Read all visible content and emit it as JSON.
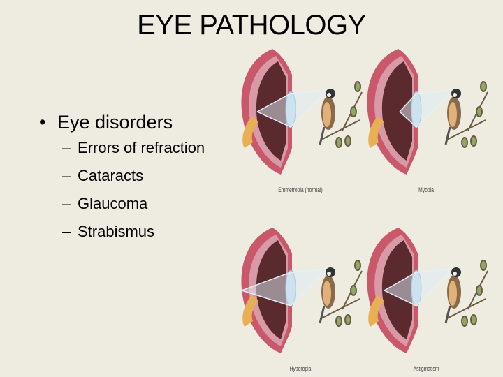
{
  "title": "EYE PATHOLOGY",
  "bullets": {
    "main": "Eye disorders",
    "sub": [
      "Errors of refraction",
      "Cataracts",
      "Glaucoma",
      "Strabismus"
    ]
  },
  "figure": {
    "panels": [
      {
        "caption": "Emmetropia (normal)",
        "kind": "normal"
      },
      {
        "caption": "Myopia",
        "kind": "myopia"
      },
      {
        "caption": "Hyperopia",
        "kind": "hyperopia"
      },
      {
        "caption": "Astigmatism",
        "kind": "astigmatism"
      }
    ]
  },
  "colors": {
    "background": "#eeece1"
  }
}
